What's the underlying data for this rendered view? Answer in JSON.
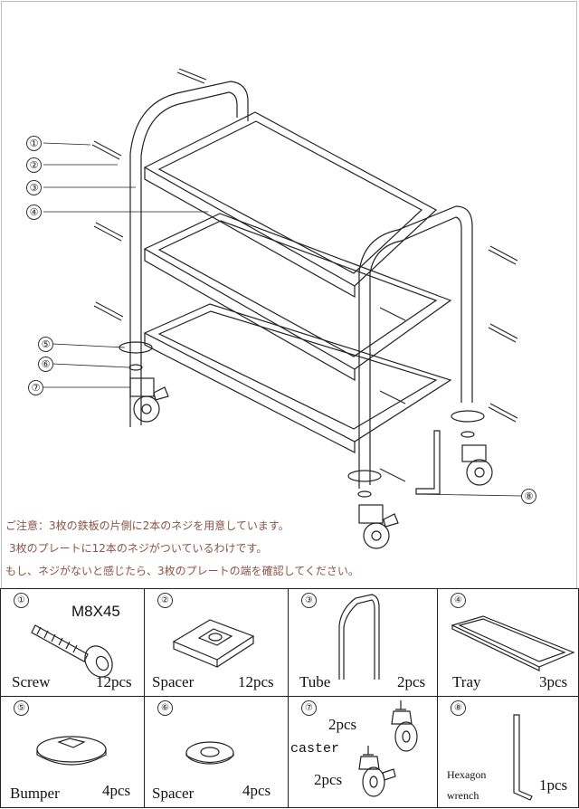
{
  "callouts": [
    "①",
    "②",
    "③",
    "④",
    "⑤",
    "⑥",
    "⑦",
    "⑧"
  ],
  "notice": [
    "ご注意：3枚の鉄板の片側に2本のネジを用意しています。",
    "3枚のプレートに12本のネジがついているわけです。",
    "もし、ネジがないと感じたら、3枚のプレートの端を確認してください。"
  ],
  "parts": [
    {
      "num": "①",
      "name": "Screw",
      "spec": "M8X45",
      "qty": "12pcs"
    },
    {
      "num": "②",
      "name": "Spacer",
      "qty": "12pcs"
    },
    {
      "num": "③",
      "name": "Tube",
      "qty": "2pcs"
    },
    {
      "num": "④",
      "name": "Tray",
      "qty": "3pcs"
    },
    {
      "num": "⑤",
      "name": "Bumper",
      "qty": "4pcs"
    },
    {
      "num": "⑥",
      "name": "Spacer",
      "qty": "4pcs"
    },
    {
      "num": "⑦",
      "name": "caster",
      "qty_top": "2pcs",
      "qty_bottom": "2pcs"
    },
    {
      "num": "⑧",
      "name_line1": "Hexagon",
      "name_line2": "wrench",
      "qty": "1pcs"
    }
  ],
  "colors": {
    "line": "#222222",
    "notice": "#8b5347",
    "border": "#222222"
  }
}
